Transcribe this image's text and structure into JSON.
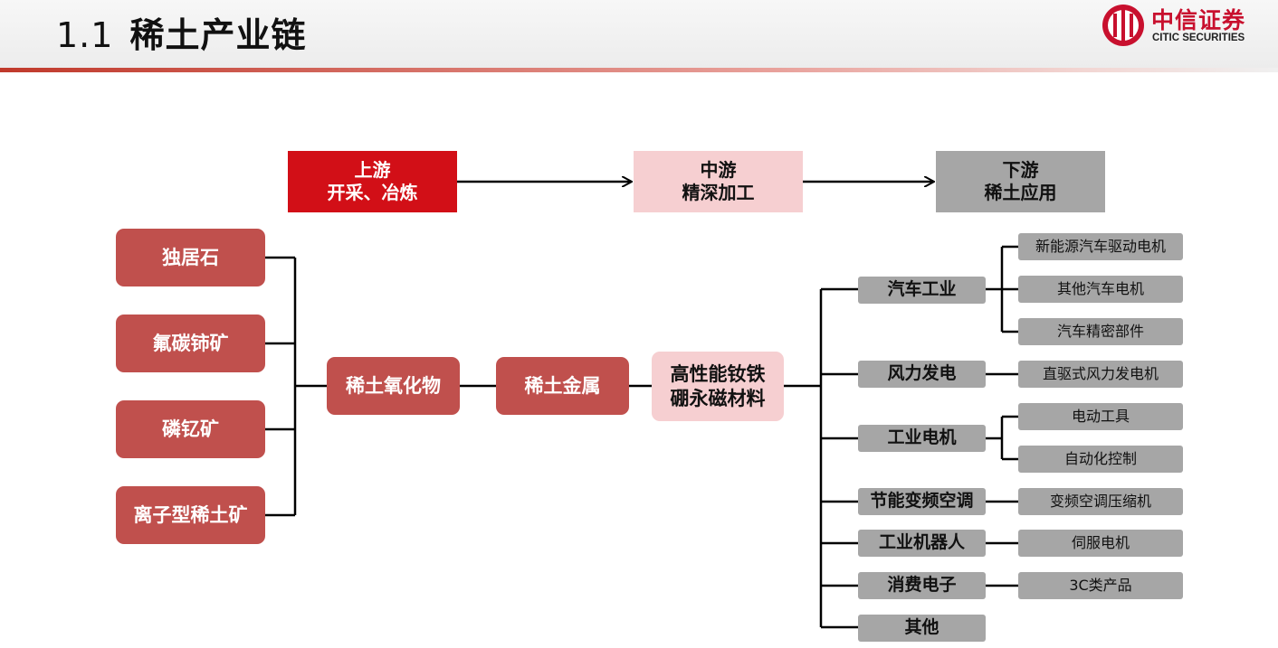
{
  "header": {
    "number": "1.1",
    "title": "稀土产业链"
  },
  "logo": {
    "cn": "中信证券",
    "en": "CITIC SECURITIES"
  },
  "stages": {
    "upstream": "上游\n开采、冶炼",
    "midstream": "中游\n精深加工",
    "downstream": "下游\n稀土应用"
  },
  "ores": [
    "独居石",
    "氟碳铈矿",
    "磷钇矿",
    "离子型稀土矿"
  ],
  "chain": {
    "oxide": "稀土氧化物",
    "metal": "稀土金属",
    "magnet": "高性能钕铁\n硼永磁材料"
  },
  "applications": {
    "auto": "汽车工业",
    "wind": "风力发电",
    "motor": "工业电机",
    "ac": "节能变频空调",
    "robot": "工业机器人",
    "consumer": "消费电子",
    "other": "其他"
  },
  "products": {
    "auto_drive": "新能源汽车驱动电机",
    "auto_other": "其他汽车电机",
    "auto_parts": "汽车精密部件",
    "wind_gen": "直驱式风力发电机",
    "power_tools": "电动工具",
    "automation": "自动化控制",
    "compressor": "变频空调压缩机",
    "servo": "伺服电机",
    "c3": "3C类产品"
  },
  "colors": {
    "upstream": "#d20f17",
    "midstream": "#f6cfd1",
    "downstream": "#a6a6a6",
    "node_red": "#c0504d",
    "brand": "#c8102e"
  }
}
